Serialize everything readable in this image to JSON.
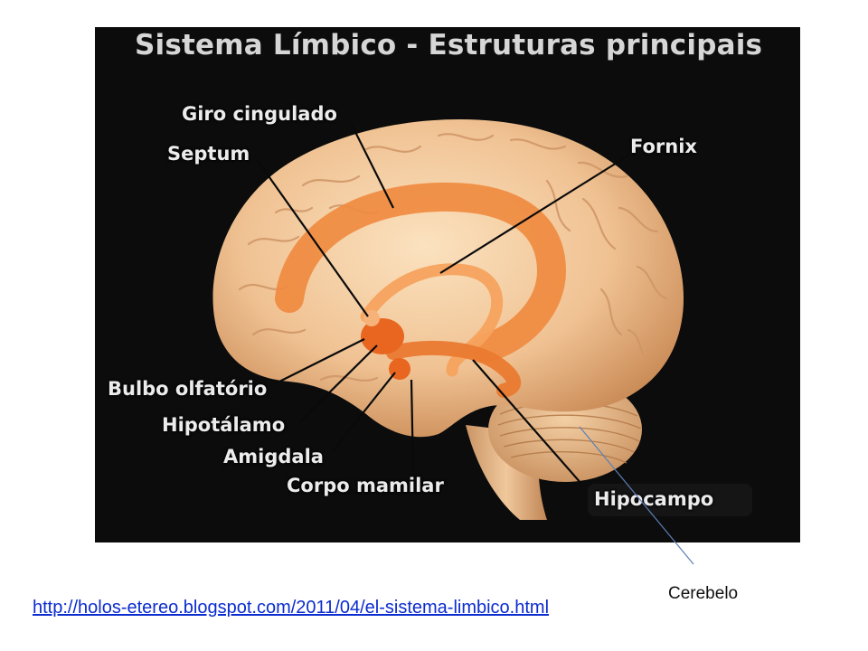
{
  "figure": {
    "title": "Sistema Límbico - Estruturas principais",
    "labels": {
      "giro_cingulado": "Giro cingulado",
      "septum": "Septum",
      "fornix": "Fornix",
      "bulbo_olfatorio": "Bulbo olfatório",
      "hipotalamo": "Hipotálamo",
      "amigdala": "Amigdala",
      "corpo_mamilar": "Corpo mamilar",
      "hipocampo": "Hipocampo"
    }
  },
  "annotation": {
    "text": "Cerebelo"
  },
  "source_link": {
    "text": "http://holos-etereo.blogspot.com/2011/04/el-sistema-limbico.html"
  },
  "colors": {
    "figure_background": "#0c0c0c",
    "brain": "#f2c598",
    "limbic": "#f08a3e",
    "link": "#0b2ccf",
    "pointer_line": "#5b7fb5"
  }
}
